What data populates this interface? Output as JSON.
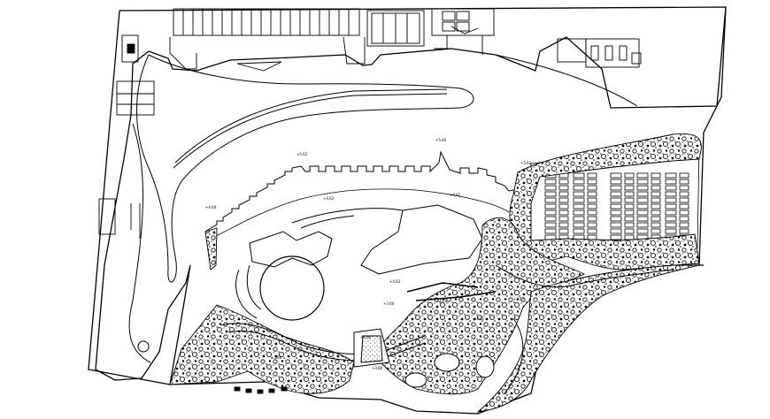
{
  "drawing": {
    "background": "#ffffff",
    "line_color": "#000000",
    "hatch_color": "#000000"
  },
  "level_labels": [
    "+5.60",
    "+5.62",
    "+5.62",
    "+4.62",
    "+4.60",
    "+4.62",
    "+3.60",
    "+4.60",
    "+4.60",
    "+4.62",
    "+3.80",
    "+3.80",
    "+4.62",
    "+4.57"
  ]
}
